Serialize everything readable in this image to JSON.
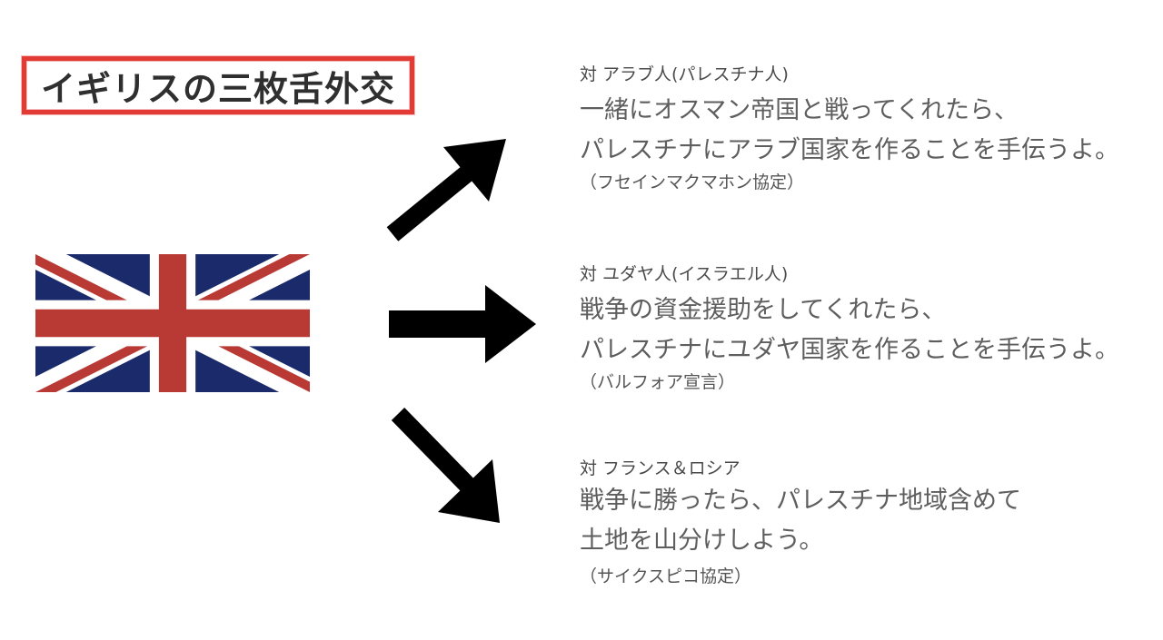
{
  "title": "イギリスの三枚舌外交",
  "colors": {
    "title_border": "#e23a35",
    "arrow": "#000000",
    "flag_blue": "#1b2a6b",
    "flag_red": "#b93a35",
    "flag_white": "#ffffff"
  },
  "blocks": [
    {
      "label": "対 アラブ人(パレスチナ人)",
      "lines": [
        "一緒にオスマン帝国と戦ってくれたら、",
        "パレスチナにアラブ国家を作ることを手伝うよ。"
      ],
      "note": "（フセインマクマホン協定）"
    },
    {
      "label": "対 ユダヤ人(イスラエル人)",
      "lines": [
        "戦争の資金援助をしてくれたら、",
        "パレスチナにユダヤ国家を作ることを手伝うよ。"
      ],
      "note": "（バルフォア宣言）"
    },
    {
      "label": "対 フランス＆ロシア",
      "lines": [
        "戦争に勝ったら、パレスチナ地域含めて",
        "土地を山分けしよう。"
      ],
      "note": "（サイクスピコ協定）"
    }
  ]
}
